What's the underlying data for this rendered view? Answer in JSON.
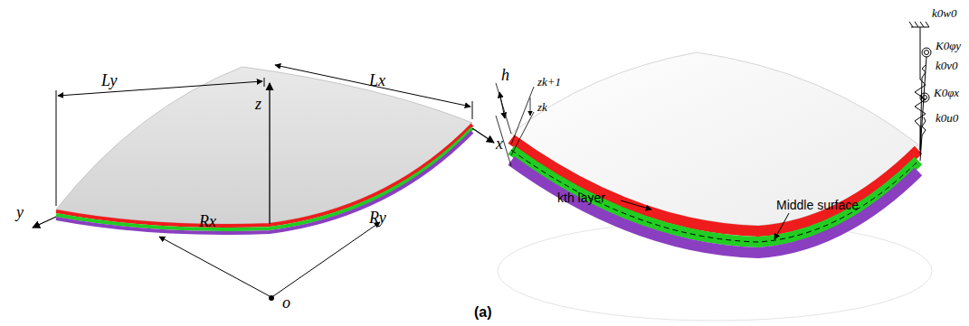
{
  "diagram": {
    "caption": "(a)",
    "labels": [
      "Ly",
      "z",
      "Lx",
      "x",
      "y",
      "Rx",
      "Ry",
      "o",
      "h",
      "zk+1",
      "zk",
      "kth layer",
      "Middle surface",
      "k0w0",
      "K0φy",
      "k0v0",
      "K0φx",
      "k0u0"
    ]
  }
}
